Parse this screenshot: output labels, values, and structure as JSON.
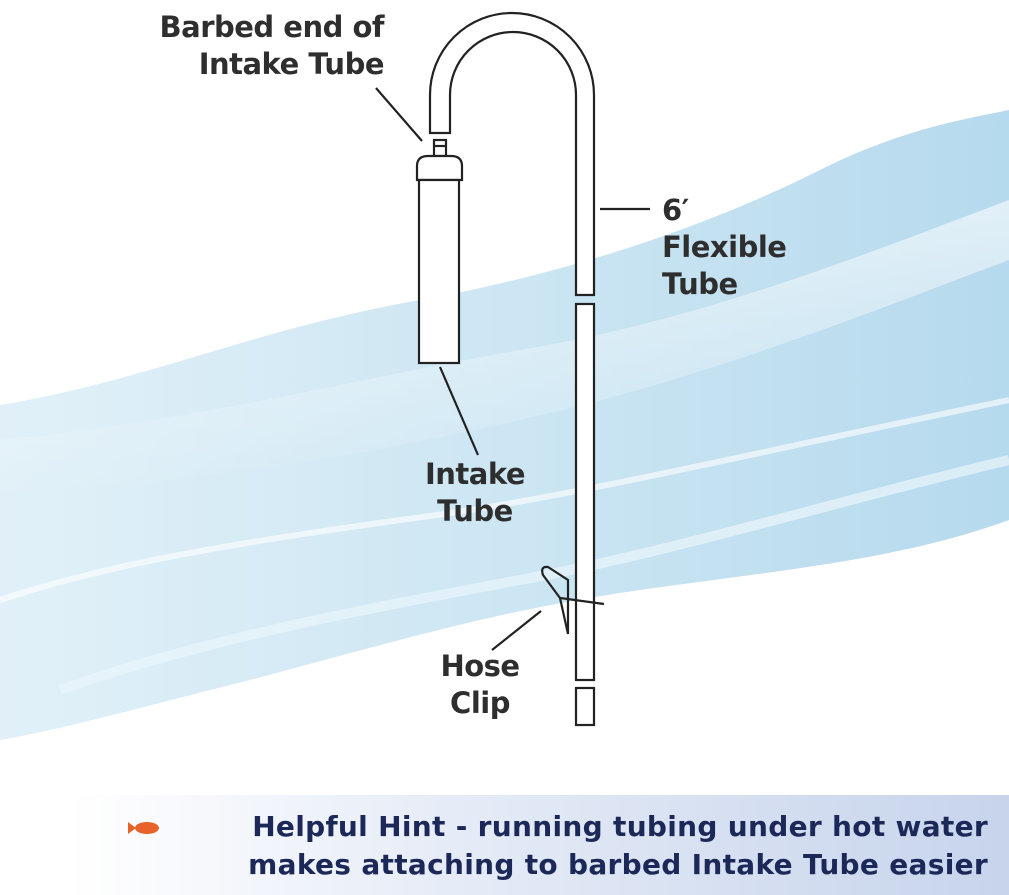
{
  "labels": {
    "barbed_end": [
      "Barbed end of",
      "Intake Tube"
    ],
    "flexible_tube": [
      "6′",
      "Flexible",
      "Tube"
    ],
    "intake_tube": [
      "Intake",
      "Tube"
    ],
    "hose_clip": [
      "Hose",
      "Clip"
    ]
  },
  "hint": {
    "icon": "fish-icon",
    "lines": [
      "Helpful Hint - running tubing under hot water",
      "makes attaching to barbed Intake Tube easier"
    ]
  },
  "colors": {
    "text": "#2e2e2e",
    "hint_text": "#1b2858",
    "fish": "#e8632a",
    "water": "#bfe0ef"
  }
}
